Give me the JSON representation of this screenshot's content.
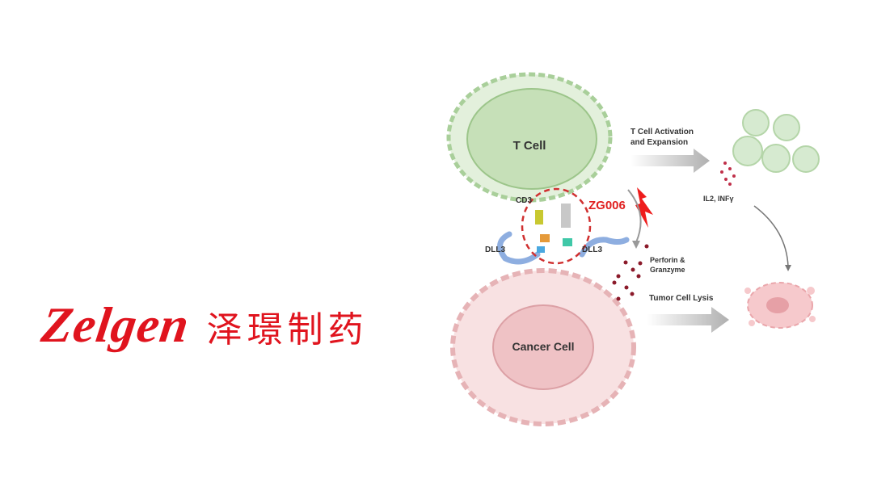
{
  "logo": {
    "english": "Zelgen",
    "chinese": "泽璟制药",
    "color": "#e0141e"
  },
  "diagram": {
    "t_cell": "T Cell",
    "cancer_cell": "Cancer Cell",
    "cd3": "CD3",
    "dll3_left": "DLL3",
    "dll3_right": "DLL3",
    "drug": "ZG006",
    "activation_line1": "T Cell Activation",
    "activation_line2": "and Expansion",
    "cytokines": "IL2, INFγ",
    "perforin_line1": "Perforin &",
    "perforin_line2": "Granzyme",
    "lysis": "Tumor Cell Lysis",
    "colors": {
      "t_cell": "#cfe6c4",
      "cancer_cell": "#f6d6d8",
      "drug": "#e02020",
      "dots": "#8b1a2a",
      "arrow": "#b5b5b5"
    }
  }
}
